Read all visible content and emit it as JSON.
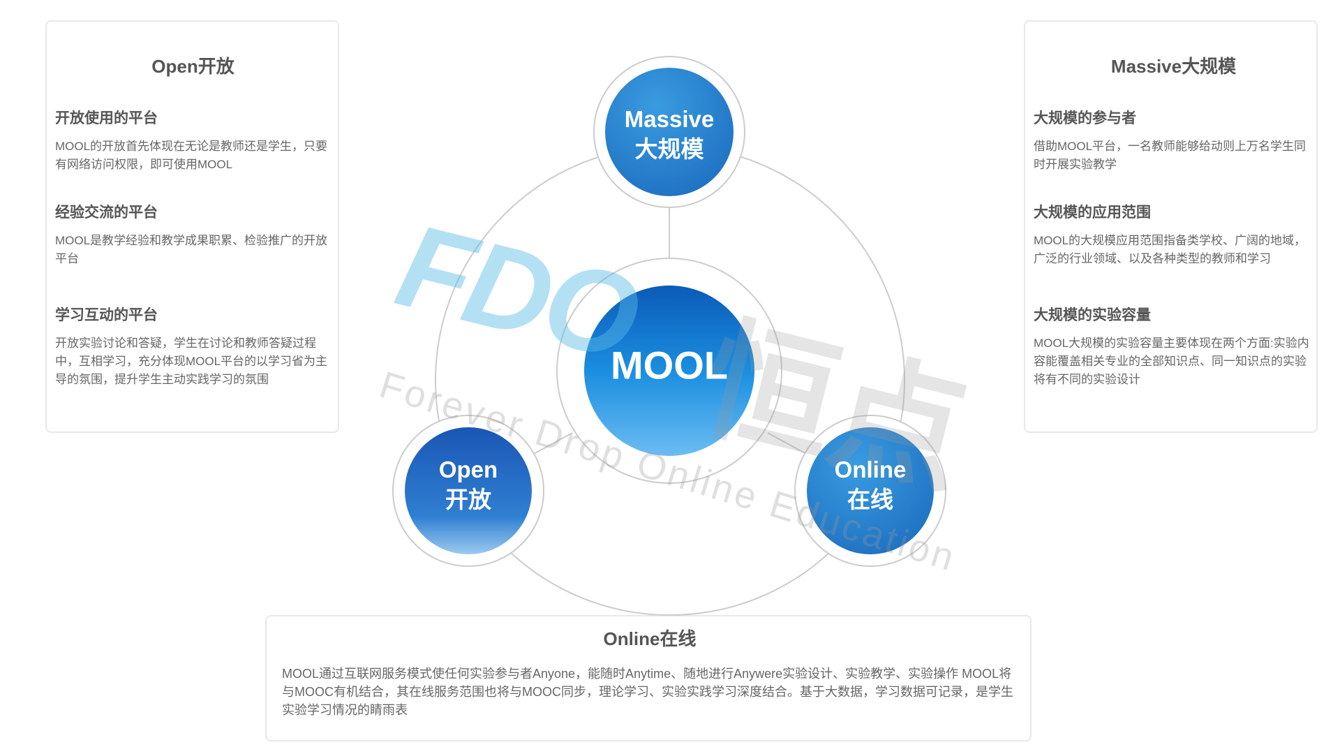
{
  "open_card": {
    "title": "Open开放",
    "sections": [
      {
        "heading": "开放使用的平台",
        "text": "MOOL的开放首先体现在无论是教师还是学生，只要有网络访问权限，即可使用MOOL"
      },
      {
        "heading": "经验交流的平台",
        "text": "MOOL是教学经验和教学成果职累、检验推广的开放平台"
      },
      {
        "heading": "学习互动的平台",
        "text": "开放实验讨论和答疑，学生在讨论和教师答疑过程中，互相学习，充分体现MOOL平台的以学习省为主导的氛围，提升学生主动实践学习的氛围"
      }
    ]
  },
  "massive_card": {
    "title": "Massive大规模",
    "sections": [
      {
        "heading": "大规模的参与者",
        "text": "借助MOOL平台，一名教师能够给动则上万名学生同时开展实验教学"
      },
      {
        "heading": "大规模的应用范围",
        "text": "MOOL的大规模应用范围指备类学校、广阔的地域，广泛的行业领域、以及各种类型的教师和学习"
      },
      {
        "heading": "大规模的实验容量",
        "text": "MOOL大规模的实验容量主要体现在两个方面:实验内容能覆盖相关专业的全部知识点、同一知识点的实验将有不同的实验设计"
      }
    ]
  },
  "online_card": {
    "title": "Online在线",
    "text": "MOOL通过互联网服务模式使任何实验参与者Anyone，能随时Anytime、随地进行Anywere实验设计、实验教学、实验操作 MOOL将与MOOC有机结合，其在线服务范围也将与MOOC同步，理论学习、实验实践学习深度结合。基于大数据，学习数据可记录，是学生实验学习情况的睛雨表"
  },
  "diagram": {
    "center": "MOOL",
    "nodes": [
      {
        "en": "Massive",
        "zh": "大规模"
      },
      {
        "en": "Open",
        "zh": "开放"
      },
      {
        "en": "Online",
        "zh": "在线"
      }
    ],
    "colors": {
      "blue_dark": "#0d5bb5",
      "blue_light": "#4aa8ea",
      "ring": "#cccccc"
    }
  },
  "watermark": {
    "logo": "FDO",
    "zh": "恒点",
    "tagline": "Forever Drop Online Education"
  }
}
